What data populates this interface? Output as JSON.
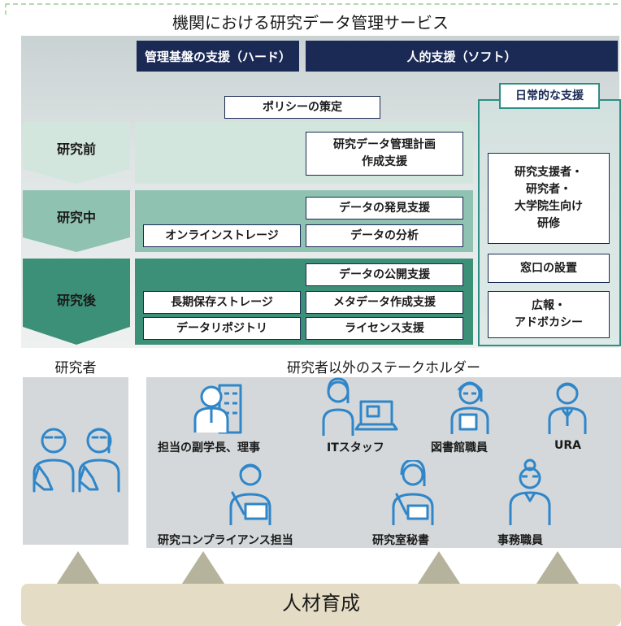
{
  "title": "機関における研究データ管理サービス",
  "headers": {
    "hard": "管理基盤の支援（ハード）",
    "soft": "人的支援（ソフト）",
    "daily": "日常的な支援"
  },
  "policy": "ポリシーの策定",
  "stages": {
    "before": "研究前",
    "during": "研究中",
    "after": "研究後"
  },
  "boxes": {
    "dmp_line1": "研究データ管理計画",
    "dmp_line2": "作成支援",
    "discovery": "データの発見支援",
    "online_storage": "オンラインストレージ",
    "analysis": "データの分析",
    "publish": "データの公開支援",
    "long_term_storage": "長期保存ストレージ",
    "metadata": "メタデータ作成支援",
    "repository": "データリポジトリ",
    "license": "ライセンス支援"
  },
  "daily_boxes": {
    "training_line1": "研究支援者・",
    "training_line2": "研究者・",
    "training_line3": "大学院生向け",
    "training_line4": "研修",
    "desk": "窓口の設置",
    "pr_line1": "広報・",
    "pr_line2": "アドボカシー"
  },
  "researcher_label": "研究者",
  "stakeholder_label": "研究者以外のステークホルダー",
  "roles": {
    "vp": "担当の副学長、理事",
    "it": "ITスタッフ",
    "library": "図書館職員",
    "ura": "URA",
    "compliance": "研究コンプライアンス担当",
    "secretary": "研究室秘書",
    "admin": "事務職員"
  },
  "foundation": "人材育成",
  "colors": {
    "navy": "#1a2a55",
    "teal_light": "#cfe4dc",
    "teal_mid": "#78b6a2",
    "teal_dark": "#2f8a72",
    "line_blue": "#2f86c9",
    "triangle": "#b5b39c",
    "ground": "#e4dcc4"
  }
}
